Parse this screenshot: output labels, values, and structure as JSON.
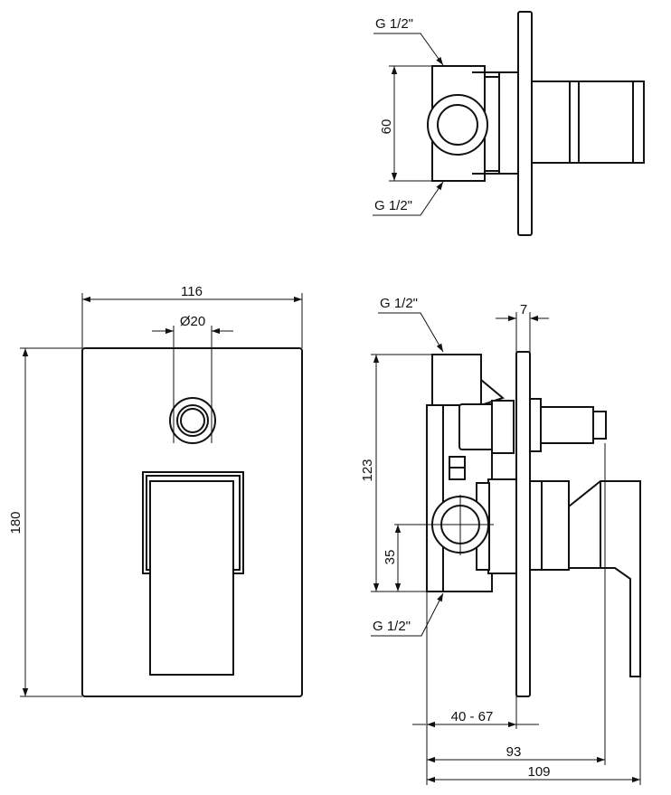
{
  "labels": {
    "top_g_upper": "G 1/2\"",
    "top_g_lower": "G 1/2\"",
    "top_height": "60",
    "front_width": "116",
    "front_diameter": "Ø20",
    "front_height": "180",
    "side_g_upper": "G 1/2\"",
    "side_g_lower": "G 1/2\"",
    "side_height": "123",
    "side_offset": "35",
    "side_plate": "7",
    "side_depth_range": "40 - 67",
    "side_depth_93": "93",
    "side_depth_109": "109"
  }
}
